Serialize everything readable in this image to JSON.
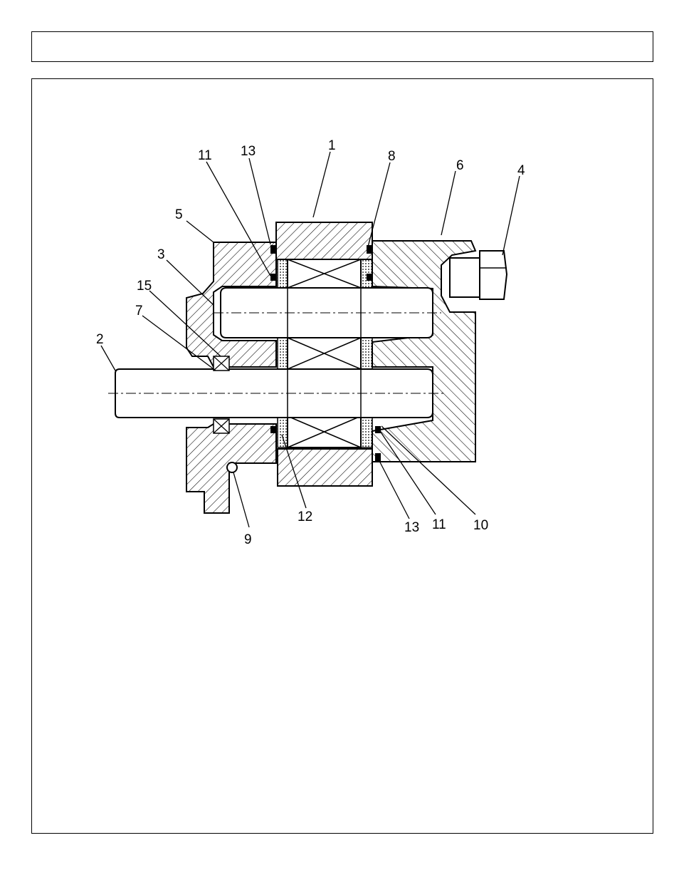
{
  "header": {
    "title": ""
  },
  "diagram": {
    "callouts": [
      {
        "id": "c1",
        "label": "1"
      },
      {
        "id": "c13a",
        "label": "13"
      },
      {
        "id": "c11a",
        "label": "11"
      },
      {
        "id": "c8",
        "label": "8"
      },
      {
        "id": "c6",
        "label": "6"
      },
      {
        "id": "c4",
        "label": "4"
      },
      {
        "id": "c5",
        "label": "5"
      },
      {
        "id": "c3",
        "label": "3"
      },
      {
        "id": "c15",
        "label": "15"
      },
      {
        "id": "c7",
        "label": "7"
      },
      {
        "id": "c2",
        "label": "2"
      },
      {
        "id": "c9",
        "label": "9"
      },
      {
        "id": "c12",
        "label": "12"
      },
      {
        "id": "c13b",
        "label": "13"
      },
      {
        "id": "c11b",
        "label": "11"
      },
      {
        "id": "c10",
        "label": "10"
      }
    ]
  }
}
